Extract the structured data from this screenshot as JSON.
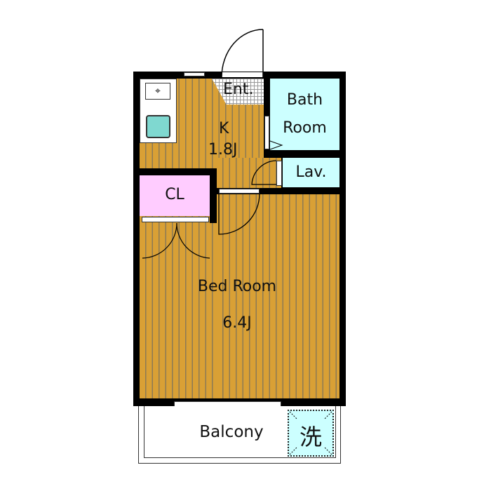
{
  "rooms": {
    "kitchen": {
      "name": "K",
      "size": "1.8J"
    },
    "entrance": {
      "name": "Ent."
    },
    "bath": {
      "line1": "Bath",
      "line2": "Room"
    },
    "lavatory": {
      "name": "Lav."
    },
    "closet": {
      "name": "CL"
    },
    "bedroom": {
      "name": "Bed Room",
      "size": "6.4J"
    },
    "balcony": {
      "name": "Balcony"
    },
    "washer": {
      "name": "洗"
    }
  },
  "colors": {
    "floor": "#d9a035",
    "bath": "#ccffff",
    "closet": "#ffccff",
    "wall": "#000000"
  }
}
